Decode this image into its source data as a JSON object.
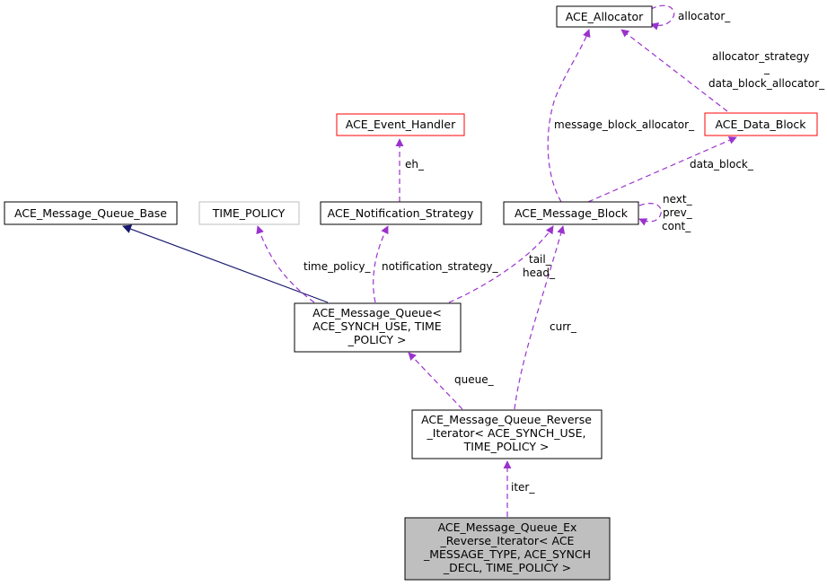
{
  "nodes": {
    "allocator": {
      "lines": [
        "ACE_Allocator"
      ]
    },
    "event_handler": {
      "lines": [
        "ACE_Event_Handler"
      ]
    },
    "data_block": {
      "lines": [
        "ACE_Data_Block"
      ]
    },
    "mq_base": {
      "lines": [
        "ACE_Message_Queue_Base"
      ]
    },
    "time_policy": {
      "lines": [
        "TIME_POLICY"
      ]
    },
    "notification_strategy": {
      "lines": [
        "ACE_Notification_Strategy"
      ]
    },
    "message_block": {
      "lines": [
        "ACE_Message_Block"
      ]
    },
    "message_queue": {
      "lines": [
        "ACE_Message_Queue<",
        "ACE_SYNCH_USE, TIME",
        "_POLICY >"
      ]
    },
    "reverse_iterator": {
      "lines": [
        "ACE_Message_Queue_Reverse",
        "_Iterator< ACE_SYNCH_USE,",
        "TIME_POLICY >"
      ]
    },
    "ex_reverse_iterator": {
      "lines": [
        "ACE_Message_Queue_Ex",
        "_Reverse_Iterator< ACE",
        "_MESSAGE_TYPE, ACE_SYNCH",
        "_DECL, TIME_POLICY >"
      ]
    }
  },
  "edge_labels": {
    "allocator_self": "allocator_",
    "allocator_strategy": "allocator_strategy",
    "allocator_strategy_cont": "_",
    "data_block_allocator": "data_block_allocator_",
    "message_block_allocator": "message_block_allocator_",
    "data_block": "data_block_",
    "eh": "eh_",
    "next": "next_",
    "prev": "prev_",
    "cont": "cont_",
    "time_policy": "time_policy_",
    "notification_strategy": "notification_strategy_",
    "tail": "tail_",
    "head": "head_",
    "curr": "curr_",
    "queue": "queue_",
    "iter": "iter_"
  },
  "colors": {
    "usage_edge": "#9a32cd",
    "inherit_edge": "#191970",
    "node_border": "#000000",
    "undocumented_border": "#ff0000",
    "template_param_border": "#bfbfbf",
    "highlight_fill": "#bfbfbf"
  }
}
